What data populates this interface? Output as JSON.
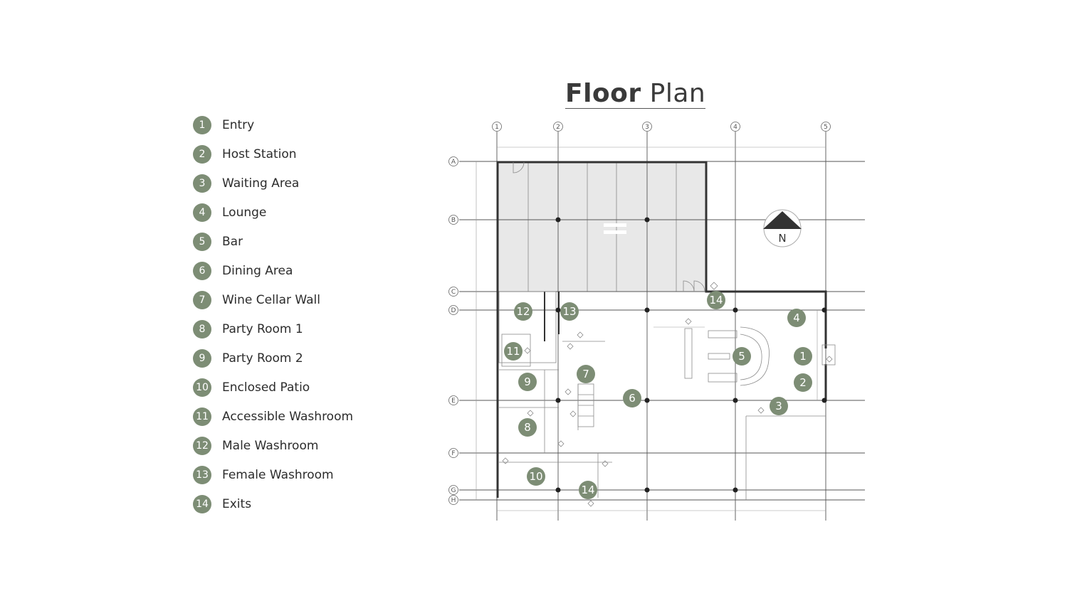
{
  "title": {
    "bold": "Floor",
    "light": "Plan"
  },
  "legend": [
    {
      "num": "1",
      "label": "Entry"
    },
    {
      "num": "2",
      "label": "Host Station"
    },
    {
      "num": "3",
      "label": "Waiting Area"
    },
    {
      "num": "4",
      "label": "Lounge"
    },
    {
      "num": "5",
      "label": "Bar"
    },
    {
      "num": "6",
      "label": "Dining Area"
    },
    {
      "num": "7",
      "label": "Wine Cellar Wall"
    },
    {
      "num": "8",
      "label": "Party Room 1"
    },
    {
      "num": "9",
      "label": "Party Room 2"
    },
    {
      "num": "10",
      "label": "Enclosed Patio"
    },
    {
      "num": "11",
      "label": "Accessible Washroom"
    },
    {
      "num": "12",
      "label": "Male Washroom"
    },
    {
      "num": "13",
      "label": "Female Washroom"
    },
    {
      "num": "14",
      "label": "Exits"
    }
  ],
  "grid_columns": [
    "1",
    "2",
    "3",
    "4",
    "5"
  ],
  "grid_rows": [
    "A",
    "B",
    "C",
    "D",
    "E",
    "F",
    "G",
    "H"
  ],
  "north_label": "N",
  "colors": {
    "marker": "#7d8d75",
    "wall": "#333333",
    "shaded_area": "#e8e8e8",
    "north_arrow": "#333333"
  }
}
